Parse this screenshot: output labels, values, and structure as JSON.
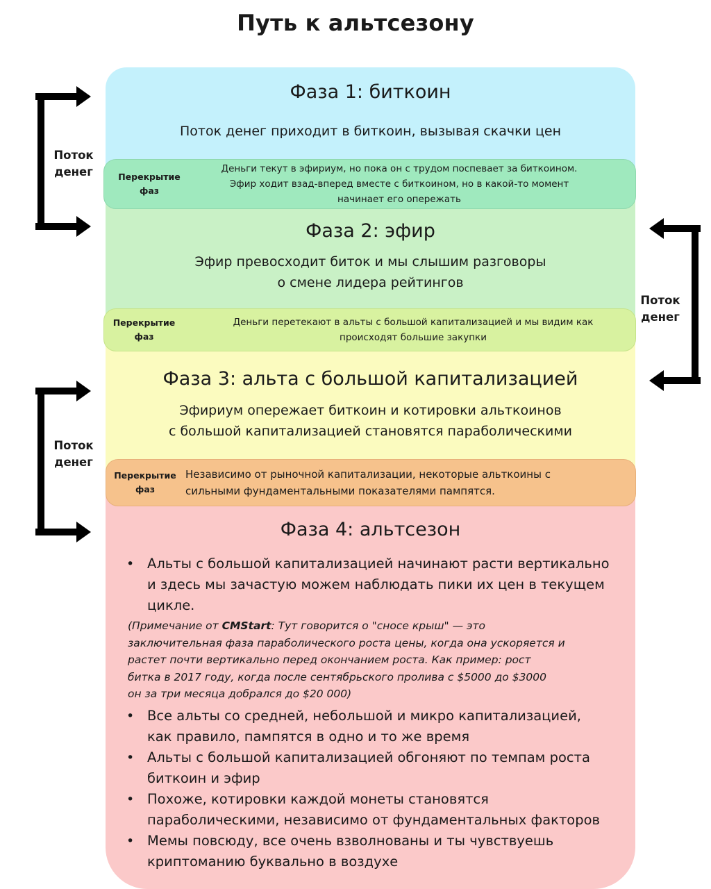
{
  "title": "Путь к альтсезону",
  "phases": [
    {
      "title": "Фаза 1: биткоин",
      "description": [
        "Поток денег приходит в биткоин, вызывая скачки цен"
      ],
      "color": "#c4f1fc"
    },
    {
      "title": "Фаза 2: эфир",
      "description": [
        "Эфир превосходит биток и мы слышим разговоры",
        "о смене лидера рейтингов"
      ],
      "color": "#c9f1c6"
    },
    {
      "title": "Фаза 3: альта с большой капитализацией",
      "description": [
        "Эфириум опережает биткоин и котировки альткоинов",
        "с большой капитализацией становятся параболическими"
      ],
      "color": "#fbfbbf"
    },
    {
      "title": "Фаза 4: альтсезон",
      "color": "#fbc9c9",
      "bullets": [
        [
          "Альты с большой капитализацией начинают расти вертикально",
          "и здесь мы зачастую можем наблюдать пики их цен в текущем",
          "цикле."
        ],
        [
          "Все альты со средней, небольшой и микро капитализацией,",
          "как правило, пампятся в одно и то же время"
        ],
        [
          "Альты с большой капитализацией обгоняют по темпам роста",
          "биткоин и эфир"
        ],
        [
          "Похоже, котировки каждой монеты становятся",
          "параболическими, независимо от фундаментальных факторов"
        ],
        [
          "Мемы повсюду, все очень взволнованы и ты чувствуешь",
          "криптоманию буквально в воздухе"
        ]
      ],
      "note": {
        "prefix": "(Примечание от ",
        "author": "CMStart",
        "lines": [
          ": Тут говорится о \"сносе крыш\" — это",
          "заключительная фаза параболического роста цены, когда она ускоряется и",
          "растет почти вертикально перед окончанием роста. Как пример: рост",
          "битка в 2017 году, когда после сентябрьского пролива с $5000 до $3000",
          "он за три месяца добрался до $20 000)"
        ]
      }
    }
  ],
  "overlaps": [
    {
      "label": [
        "Перекрытие",
        "фаз"
      ],
      "text": [
        "Деньги текут в эфириум, но пока он с трудом поспевает за биткоином.",
        "Эфир ходит взад-вперед вместе с биткоином, но в какой-то момент",
        "начинает его опережать"
      ],
      "color": "#9fe9be"
    },
    {
      "label": [
        "Перекрытие",
        "фаз"
      ],
      "text": [
        "Деньги перетекают в альты с большой капитализацией и мы видим как",
        "происходят большие закупки"
      ],
      "color": "#d8f2a0"
    },
    {
      "label": [
        "Перекрытие",
        "фаз"
      ],
      "text": [
        "Независимо от рыночной капитализации, некоторые альткоины с",
        "сильными фундаментальными показателями пампятся."
      ],
      "color": "#f6c28c"
    }
  ],
  "flows": [
    {
      "label": [
        "Поток",
        "денег"
      ]
    },
    {
      "label": [
        "Поток",
        "денег"
      ]
    },
    {
      "label": [
        "Поток",
        "денег"
      ]
    }
  ]
}
